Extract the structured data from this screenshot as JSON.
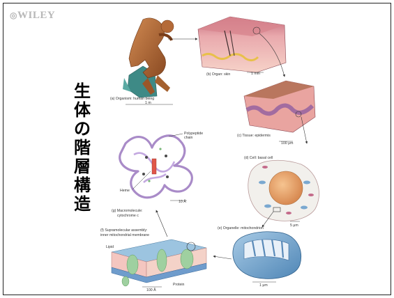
{
  "logo": "WILEY",
  "title_chars": [
    "生",
    "体",
    "の",
    "階",
    "層",
    "構",
    "造"
  ],
  "panels": {
    "organism": {
      "caption": "(a) Organism: human being",
      "scale": "1 m"
    },
    "organ": {
      "caption": "(b) Organ: skin",
      "scale": "1 mm"
    },
    "tissue": {
      "caption": "(c) Tissue: epidermis",
      "scale": "100 μm"
    },
    "cell": {
      "caption": "(d) Cell: basal cell",
      "scale": "5 μm"
    },
    "organelle": {
      "caption": "(e) Organelle: mitochondrion",
      "scale": "1 μm"
    },
    "supramolecular": {
      "caption_line1": "(f) Supramolecular assembly:",
      "caption_line2": "inner mitochondrial membrane",
      "lipid_label": "Lipid",
      "protein_label": "Protein",
      "scale": "100 Å"
    },
    "macromolecule": {
      "caption_line1": "(g) Macromolecule:",
      "caption_line2": "cytochrome c",
      "polypeptide_label_line1": "Polypeptide",
      "polypeptide_label_line2": "chain",
      "heme_label": "Heme",
      "scale": "10 Å"
    }
  },
  "colors": {
    "skin": "#e8a4a8",
    "muscle": "#b86a3a",
    "protein": "#a98bc8",
    "mito": "#6fa0c8",
    "membrane": "#8bb8d8",
    "green": "#9ccc9c"
  }
}
